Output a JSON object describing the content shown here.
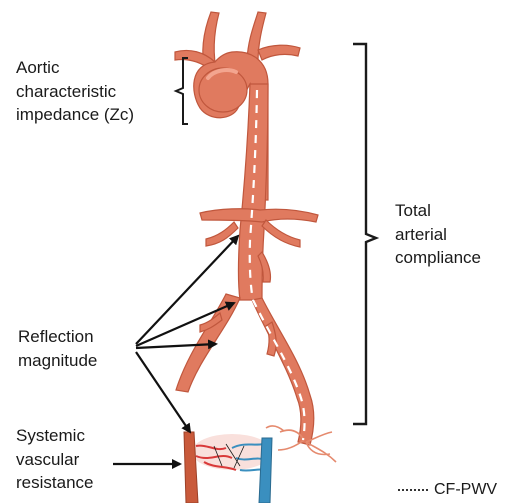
{
  "labels": {
    "zc": [
      "Aortic",
      "characteristic",
      "impedance (Zc)"
    ],
    "total_compliance": [
      "Total",
      "arterial",
      "compliance"
    ],
    "reflection": [
      "Reflection",
      "magnitude"
    ],
    "resistance": [
      "Systemic",
      "vascular",
      "resistance"
    ]
  },
  "legend": {
    "label": "CF-PWV"
  },
  "colors": {
    "artery": "#e07a5f",
    "artery_outline": "#c0573d",
    "artery_highlight": "#f3a58f",
    "vein": "#3a8fbf",
    "capillary": "#d93a3a",
    "bracket": "#1a1a1a"
  },
  "icons": [
    "aorta-illustration",
    "capillary-bed-illustration",
    "arrow-icon",
    "bracket-icon"
  ]
}
